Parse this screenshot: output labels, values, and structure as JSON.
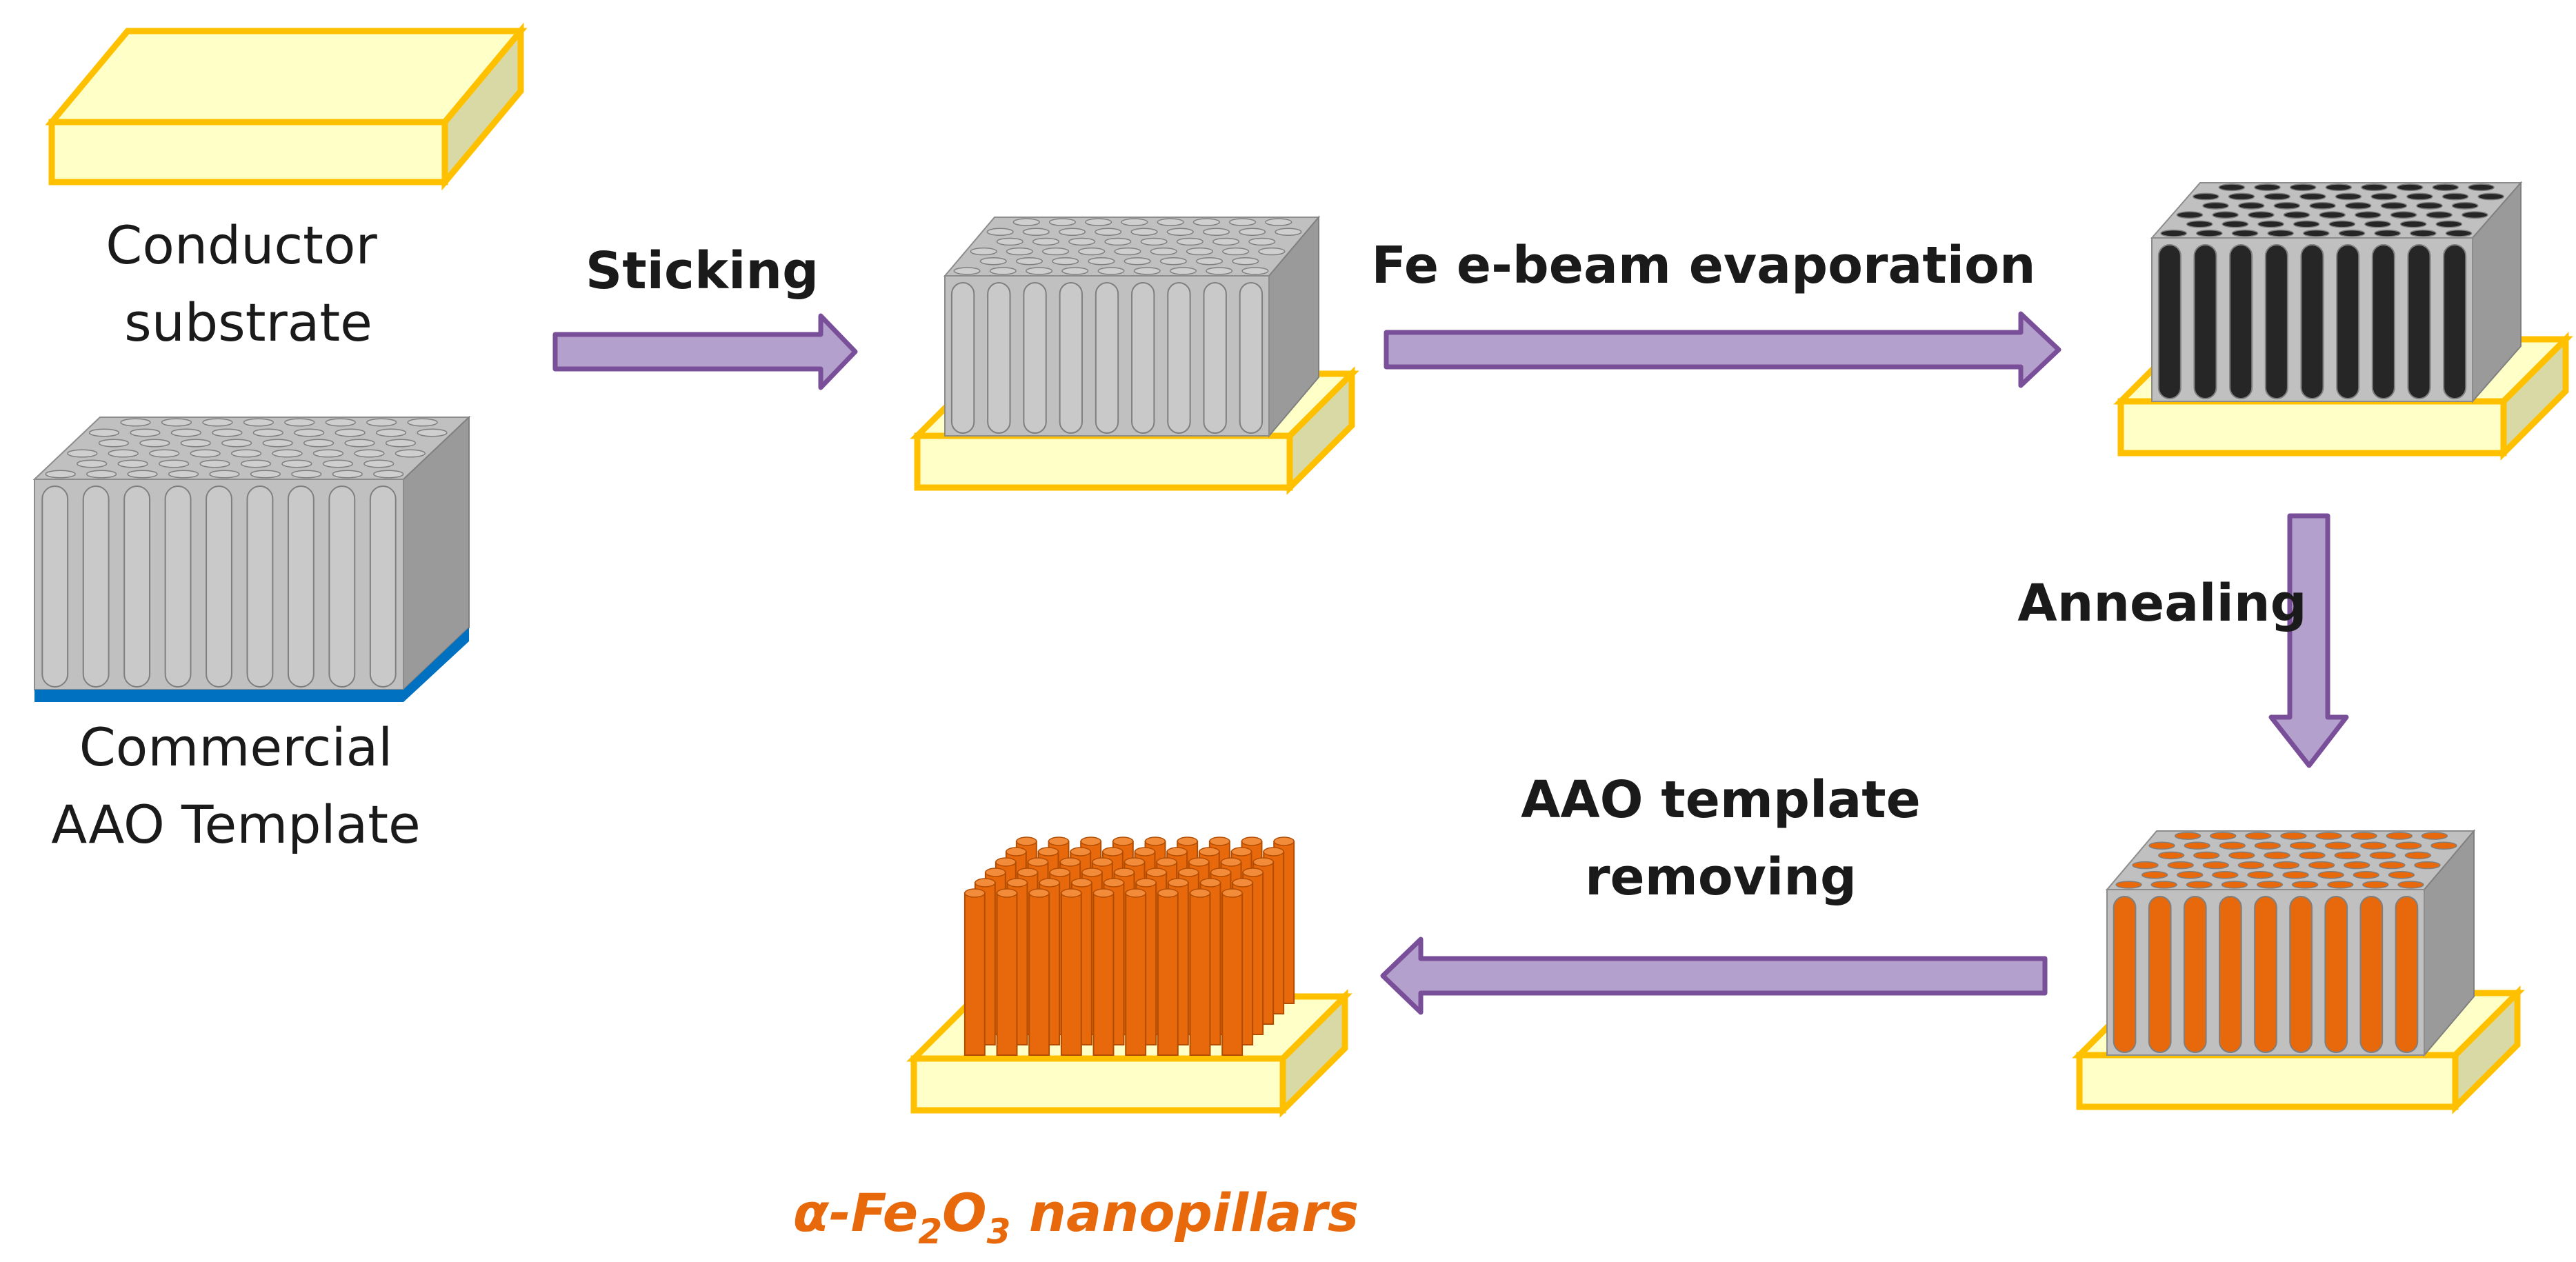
{
  "labels": {
    "conductor_line1": "Conductor",
    "conductor_line2": "substrate",
    "aao_line1": "Commercial",
    "aao_line2": "AAO Template",
    "product_prefix": "α-Fe",
    "product_sub1": "2",
    "product_mid": "O",
    "product_sub2": "3",
    "product_suffix": " nanopillars"
  },
  "steps": {
    "sticking": "Sticking",
    "evaporation": "Fe e-beam evaporation",
    "annealing": "Annealing",
    "removing_line1": "AAO template",
    "removing_line2": "removing"
  },
  "colors": {
    "substrate_fill": "#ffffc8",
    "substrate_edge": "#ffc000",
    "aao_gray": "#c0c0c0",
    "aao_dark": "#a6a6a6",
    "backing_blue": "#0070c0",
    "fe_black": "#262626",
    "hematite_orange": "#e8690b",
    "arrow_fill": "#b4a0cc",
    "arrow_edge": "#7a4f9a"
  }
}
